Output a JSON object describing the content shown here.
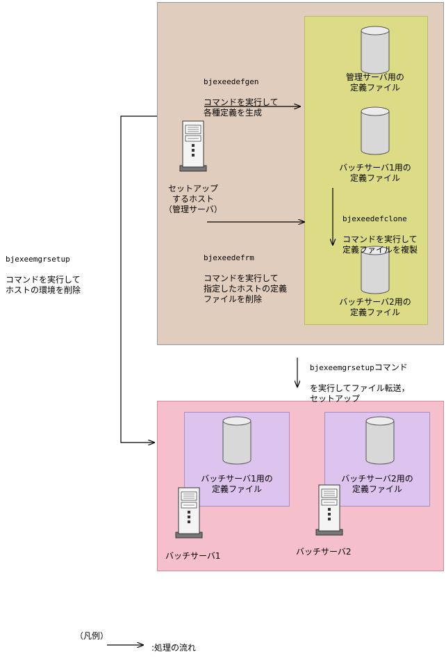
{
  "left_note": {
    "command": "bjexeemgrsetup",
    "desc": "コマンドを実行して\nホストの環境を削除"
  },
  "setup_host": {
    "label": "セットアップ\nするホスト\n（管理サーバ）"
  },
  "defgen": {
    "command": "bjexeedefgen",
    "desc": "コマンドを実行して\n各種定義を生成"
  },
  "defrm": {
    "command": "bjexeedefrm",
    "desc": "コマンドを実行して\n指定したホストの定義\nファイルを削除"
  },
  "defclone": {
    "command": "bjexeedefclone",
    "desc": "コマンドを実行して\n定義ファイルを複製"
  },
  "def_files": {
    "manager": "管理サーバ用の\n定義ファイル",
    "batch1": "バッチサーバ1用の\n定義ファイル",
    "batch2": "バッチサーバ2用の\n定義ファイル"
  },
  "transfer": {
    "command": "bjexeemgrsetup",
    "command_suffix": "コマンド",
    "desc": "を実行してファイル転送，\nセットアップ"
  },
  "batch_region": {
    "def_batch1": "バッチサーバ1用の\n定義ファイル",
    "def_batch2": "バッチサーバ2用の\n定義ファイル",
    "server1": "バッチサーバ1",
    "server2": "バッチサーバ2"
  },
  "legend": {
    "title": "（凡例）",
    "flow": ":処理の流れ"
  },
  "colors": {
    "setup_region": "#e1cdbd",
    "definition_region": "#dcdc86",
    "batch_region": "#f5bfcb",
    "batch_definition_region": "#dcc4ef"
  }
}
